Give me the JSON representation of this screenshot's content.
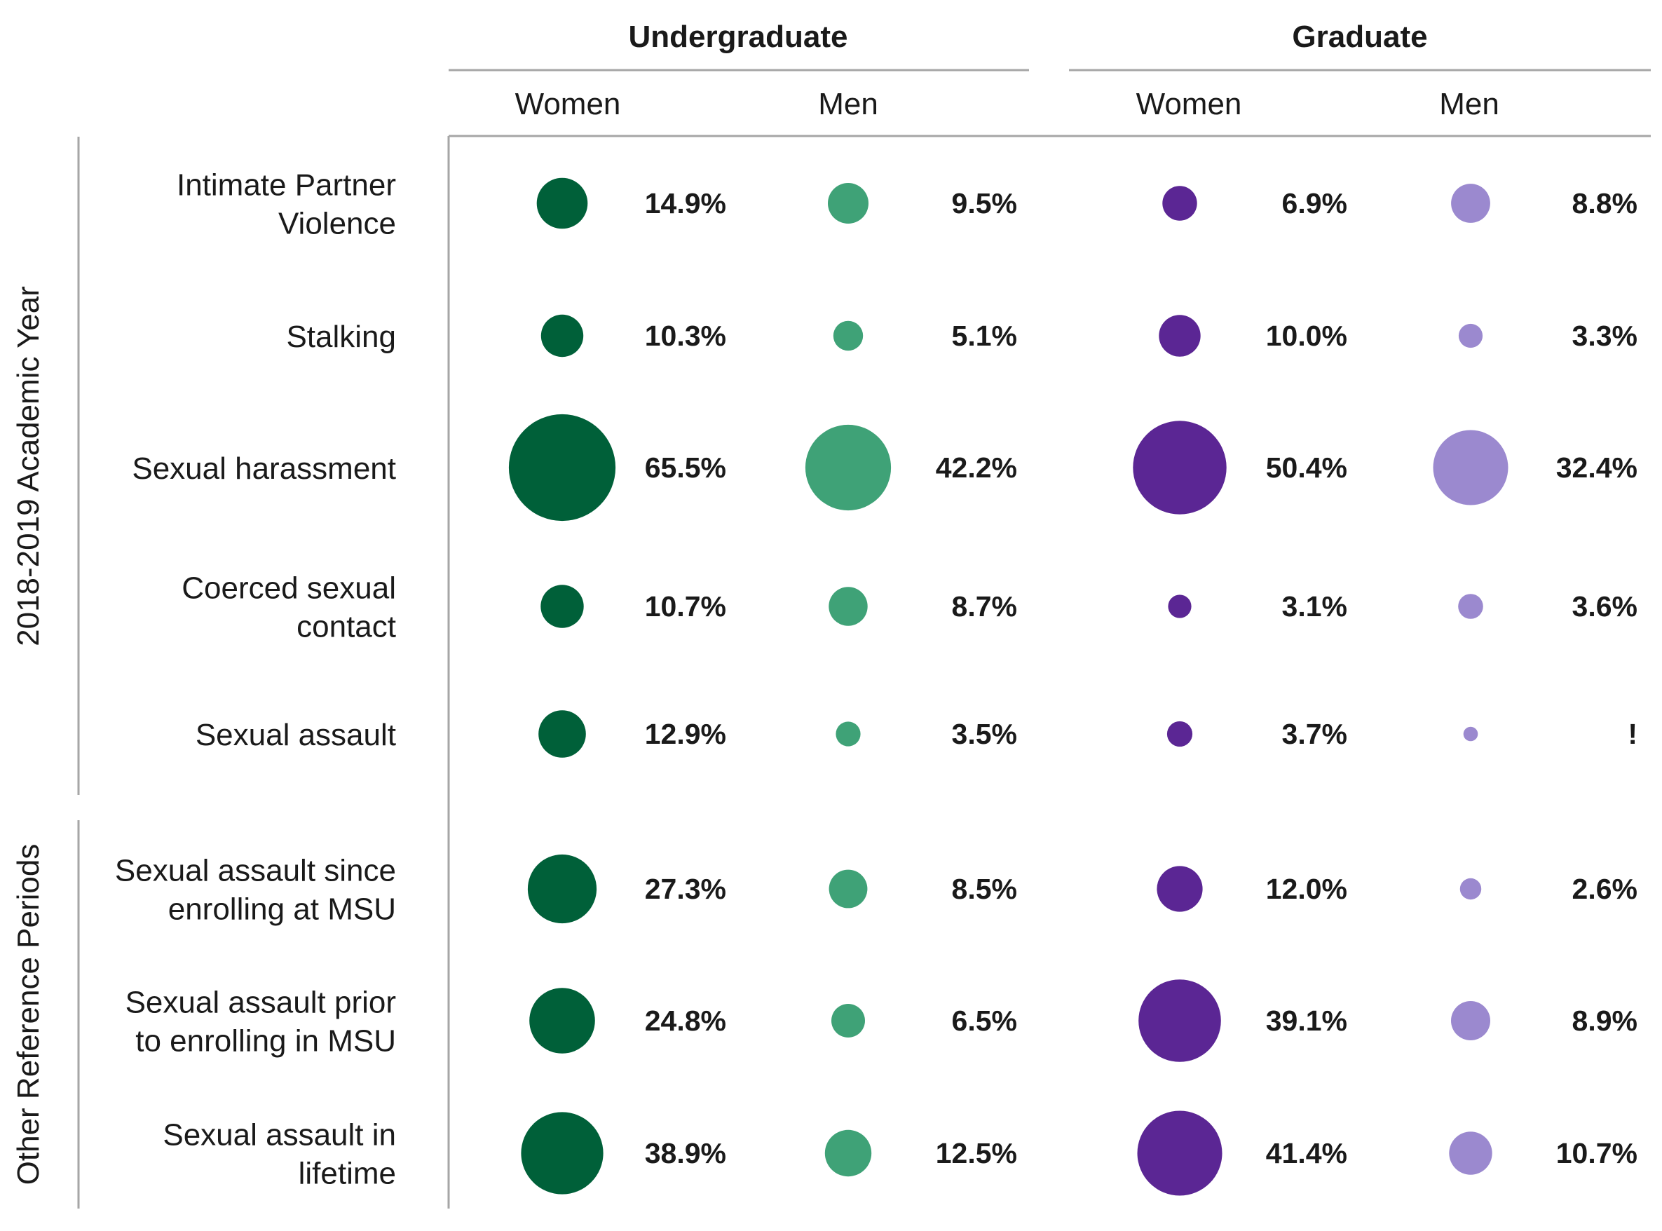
{
  "chart_data": {
    "type": "bubble-table",
    "groups": [
      {
        "label": "Undergraduate",
        "subgroups": [
          "Women",
          "Men"
        ]
      },
      {
        "label": "Graduate",
        "subgroups": [
          "Women",
          "Men"
        ]
      }
    ],
    "periods": [
      {
        "label": "2018-2019 Academic Year",
        "rows": [
          {
            "label": [
              "Intimate Partner",
              "Violence"
            ],
            "values": [
              14.9,
              9.5,
              6.9,
              8.8
            ],
            "display": [
              "14.9%",
              "9.5%",
              "6.9%",
              "8.8%"
            ]
          },
          {
            "label": [
              "Stalking"
            ],
            "values": [
              10.3,
              5.1,
              10.0,
              3.3
            ],
            "display": [
              "10.3%",
              "5.1%",
              "10.0%",
              "3.3%"
            ]
          },
          {
            "label": [
              "Sexual harassment"
            ],
            "values": [
              65.5,
              42.2,
              50.4,
              32.4
            ],
            "display": [
              "65.5%",
              "42.2%",
              "50.4%",
              "32.4%"
            ]
          },
          {
            "label": [
              "Coerced sexual",
              "contact"
            ],
            "values": [
              10.7,
              8.7,
              3.1,
              3.6
            ],
            "display": [
              "10.7%",
              "8.7%",
              "3.1%",
              "3.6%"
            ]
          },
          {
            "label": [
              "Sexual assault"
            ],
            "values": [
              12.9,
              3.5,
              3.7,
              1.2
            ],
            "display": [
              "12.9%",
              "3.5%",
              "3.7%",
              "!"
            ]
          }
        ]
      },
      {
        "label": "Other Reference Periods",
        "rows": [
          {
            "label": [
              "Sexual assault since",
              "enrolling at MSU"
            ],
            "values": [
              27.3,
              8.5,
              12.0,
              2.6
            ],
            "display": [
              "27.3%",
              "8.5%",
              "12.0%",
              "2.6%"
            ]
          },
          {
            "label": [
              "Sexual assault prior",
              "to enrolling in MSU"
            ],
            "values": [
              24.8,
              6.5,
              39.1,
              8.9
            ],
            "display": [
              "24.8%",
              "6.5%",
              "39.1%",
              "8.9%"
            ]
          },
          {
            "label": [
              "Sexual assault in",
              "lifetime"
            ],
            "values": [
              38.9,
              12.5,
              41.4,
              10.7
            ],
            "display": [
              "38.9%",
              "12.5%",
              "41.4%",
              "10.7%"
            ]
          }
        ]
      }
    ],
    "colors": [
      "#006039",
      "#3fa277",
      "#5b2694",
      "#9b89cf"
    ],
    "encoding": "circle area proportional to percentage"
  }
}
